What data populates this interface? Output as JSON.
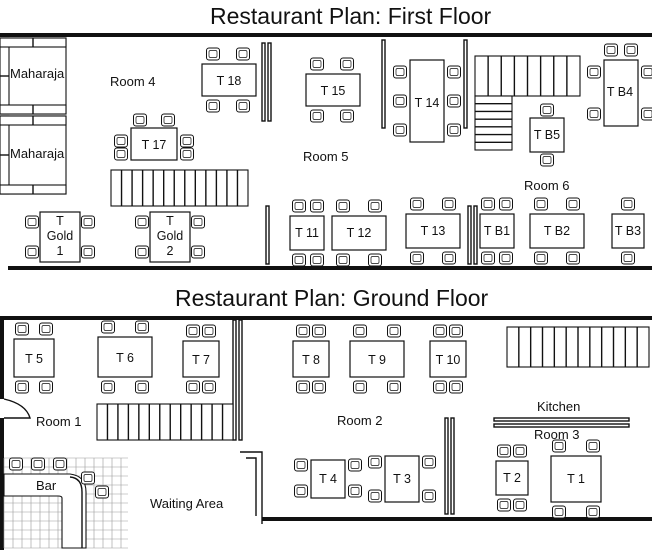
{
  "first_floor": {
    "title": "Restaurant Plan: First Floor",
    "rooms": {
      "room4": "Room 4",
      "room5": "Room 5",
      "room6": "Room 6",
      "maharaja_top": "Maharaja",
      "maharaja_bottom": "Maharaja"
    },
    "tables": {
      "t18": "T 18",
      "t17": "T 17",
      "t15": "T 15",
      "t14": "T 14",
      "tb4": "T B4",
      "tb5": "T B5",
      "t11": "T 11",
      "t12": "T 12",
      "t13": "T 13",
      "tb1": "T B1",
      "tb2": "T B2",
      "tb3": "T B3",
      "gold1": [
        "T",
        "Gold",
        "1"
      ],
      "gold2": [
        "T",
        "Gold",
        "2"
      ]
    }
  },
  "ground_floor": {
    "title": "Restaurant Plan: Ground Floor",
    "rooms": {
      "room1": "Room 1",
      "room2": "Room 2",
      "room3": "Room 3",
      "kitchen": "Kitchen",
      "bar": "Bar",
      "waiting_area": "Waiting Area"
    },
    "tables": {
      "t5": "T 5",
      "t6": "T 6",
      "t7": "T 7",
      "t8": "T 8",
      "t9": "T 9",
      "t10": "T 10",
      "t4": "T 4",
      "t3": "T 3",
      "t2": "T 2",
      "t1": "T 1"
    }
  }
}
